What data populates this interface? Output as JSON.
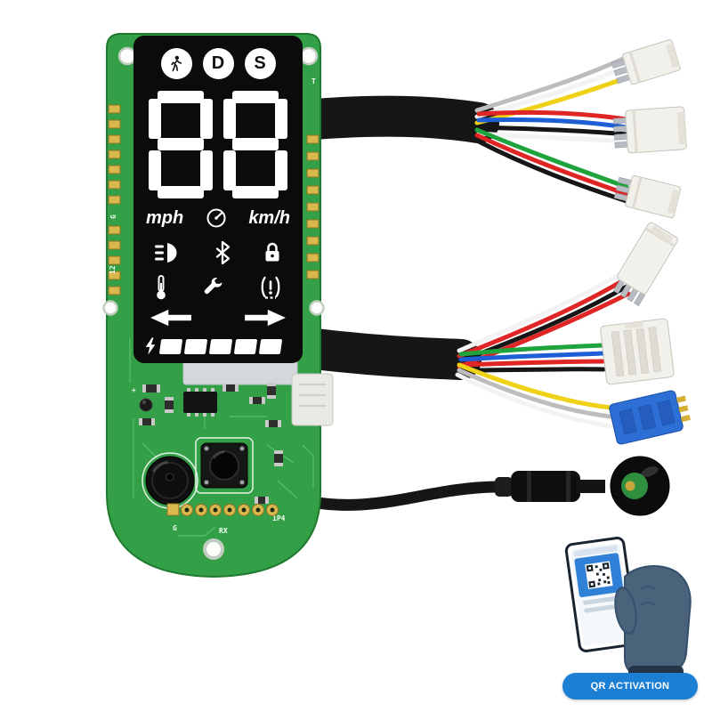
{
  "display": {
    "mode_d": "D",
    "mode_s": "S",
    "speed_value": "88",
    "unit_left": "mph",
    "unit_right": "km/h"
  },
  "pcb_silkscreen": {
    "plus": "+",
    "t": "T",
    "g_side": "G",
    "pin_12": "12",
    "g_bottom": "G",
    "rx": "RX",
    "p4": "1P4"
  },
  "badge": {
    "label": "QR ACTIVATION"
  },
  "colors": {
    "pcb_green": "#33a047",
    "pcb_green_dark": "#1e7a2e",
    "display_black": "#0b0b0b",
    "wire_red": "#e02525",
    "wire_blue": "#1f5fd6",
    "wire_green": "#1fa33c",
    "wire_yellow": "#efd215",
    "wire_white": "#f3f3f3",
    "wire_gray": "#bdbdbd",
    "wire_black": "#161616",
    "connector_white": "#f1f0ea",
    "connector_blue": "#2e6fd6",
    "pad_gold": "#d9b94d",
    "badge_blue": "#1b7fd4",
    "hand_blue": "#4a627a"
  }
}
